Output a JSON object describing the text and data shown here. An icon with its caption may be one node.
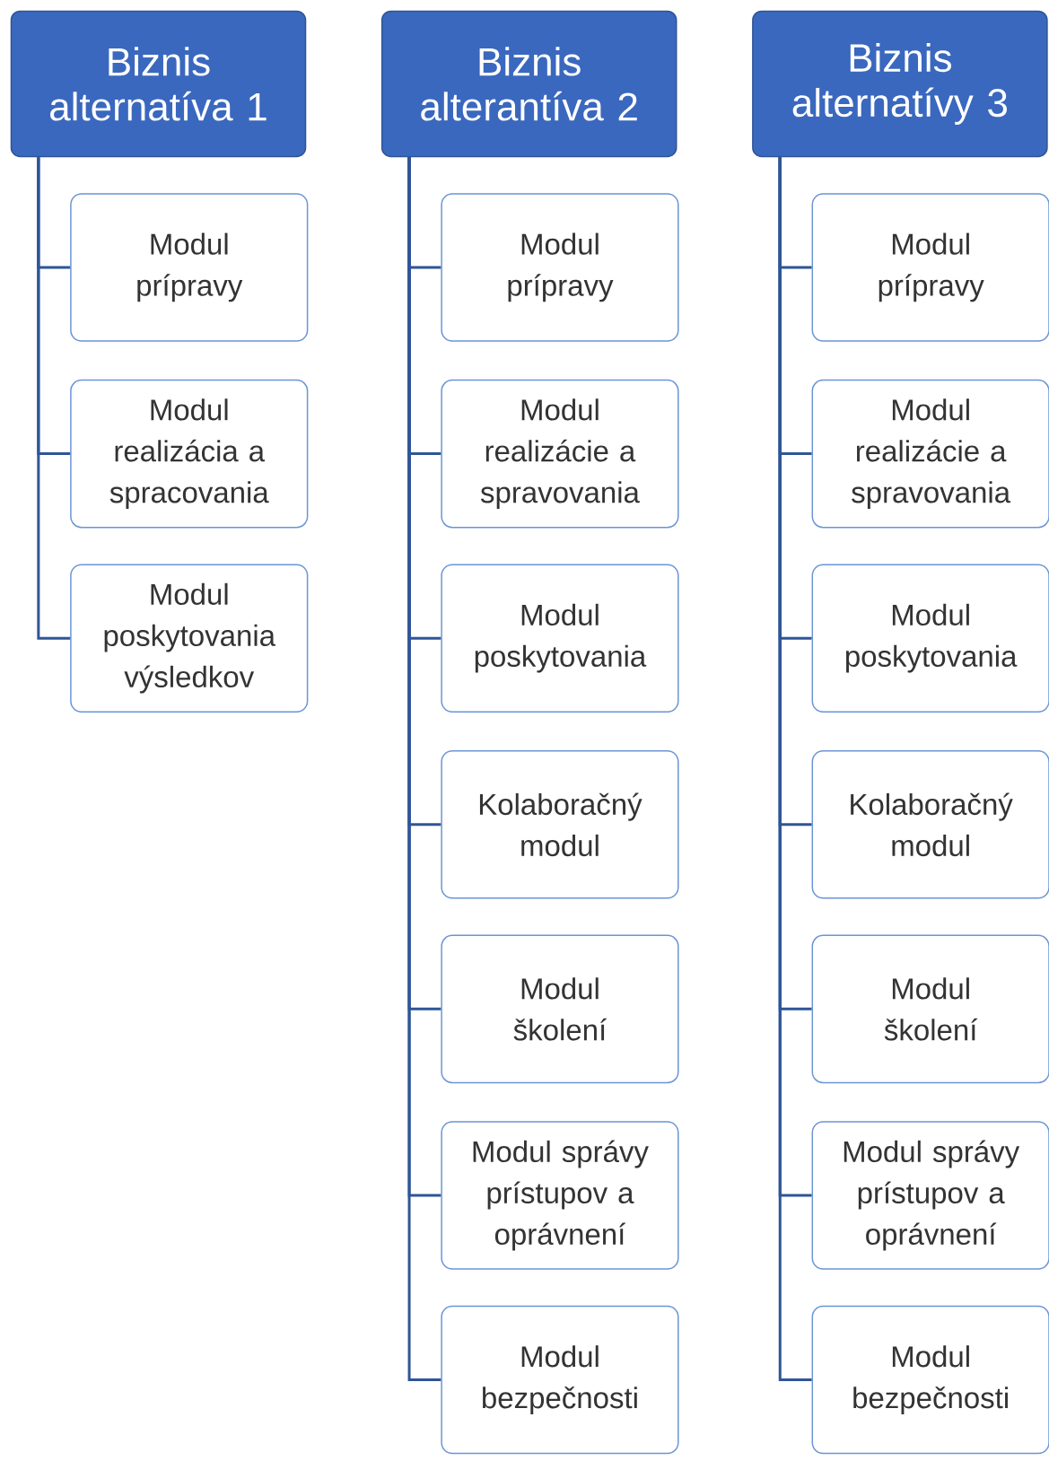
{
  "diagram": {
    "nodes": [
      {
        "text": [
          "Biznis alternatíva 1"
        ]
      },
      {
        "text": [
          "Modul prípravy"
        ]
      },
      {
        "text": [
          "Modul realizácia a spracovania"
        ]
      },
      {
        "text": [
          "Modul poskytovania výsledkov"
        ]
      },
      {
        "text": [
          "Biznis alterantíva 2"
        ]
      },
      {
        "text": [
          "Modul prípravy"
        ]
      },
      {
        "text": [
          "Modul realizácie a spravovania"
        ]
      },
      {
        "text": [
          "Modul poskytovania"
        ]
      },
      {
        "text": [
          "Kolaboračný modul"
        ]
      },
      {
        "text": [
          "Modul školení"
        ]
      },
      {
        "text": [
          "Modul správy prístupov a oprávnení"
        ]
      },
      {
        "text": [
          "Modul bezpečnosti"
        ]
      },
      {
        "text": [
          "Biznis alternatívy 3"
        ]
      },
      {
        "text": [
          "Modul prípravy"
        ]
      },
      {
        "text": [
          "Modul realizácie a spravovania"
        ]
      },
      {
        "text": [
          "Modul poskytovania"
        ]
      },
      {
        "text": [
          "Kolaboračný modul"
        ]
      },
      {
        "text": [
          "Modul školení"
        ]
      },
      {
        "text": [
          "Modul správy prístupov a oprávnení"
        ]
      },
      {
        "text": [
          "Modul bezpečnosti"
        ]
      }
    ],
    "edges": [
      {
        "from": 0,
        "to": 1,
        "arrow": "none"
      },
      {
        "from": 0,
        "to": 2,
        "arrow": "none"
      },
      {
        "from": 0,
        "to": 3,
        "arrow": "none"
      },
      {
        "from": 4,
        "to": 5,
        "arrow": "none"
      },
      {
        "from": 4,
        "to": 6,
        "arrow": "none"
      },
      {
        "from": 4,
        "to": 7,
        "arrow": "none"
      },
      {
        "from": 4,
        "to": 8,
        "arrow": "none"
      },
      {
        "from": 4,
        "to": 9,
        "arrow": "none"
      },
      {
        "from": 4,
        "to": 10,
        "arrow": "none"
      },
      {
        "from": 4,
        "to": 11,
        "arrow": "none"
      },
      {
        "from": 12,
        "to": 13,
        "arrow": "none"
      },
      {
        "from": 12,
        "to": 14,
        "arrow": "none"
      },
      {
        "from": 12,
        "to": 15,
        "arrow": "none"
      },
      {
        "from": 12,
        "to": 16,
        "arrow": "none"
      },
      {
        "from": 12,
        "to": 17,
        "arrow": "none"
      },
      {
        "from": 12,
        "to": 18,
        "arrow": "none"
      },
      {
        "from": 12,
        "to": 19,
        "arrow": "none"
      }
    ]
  }
}
